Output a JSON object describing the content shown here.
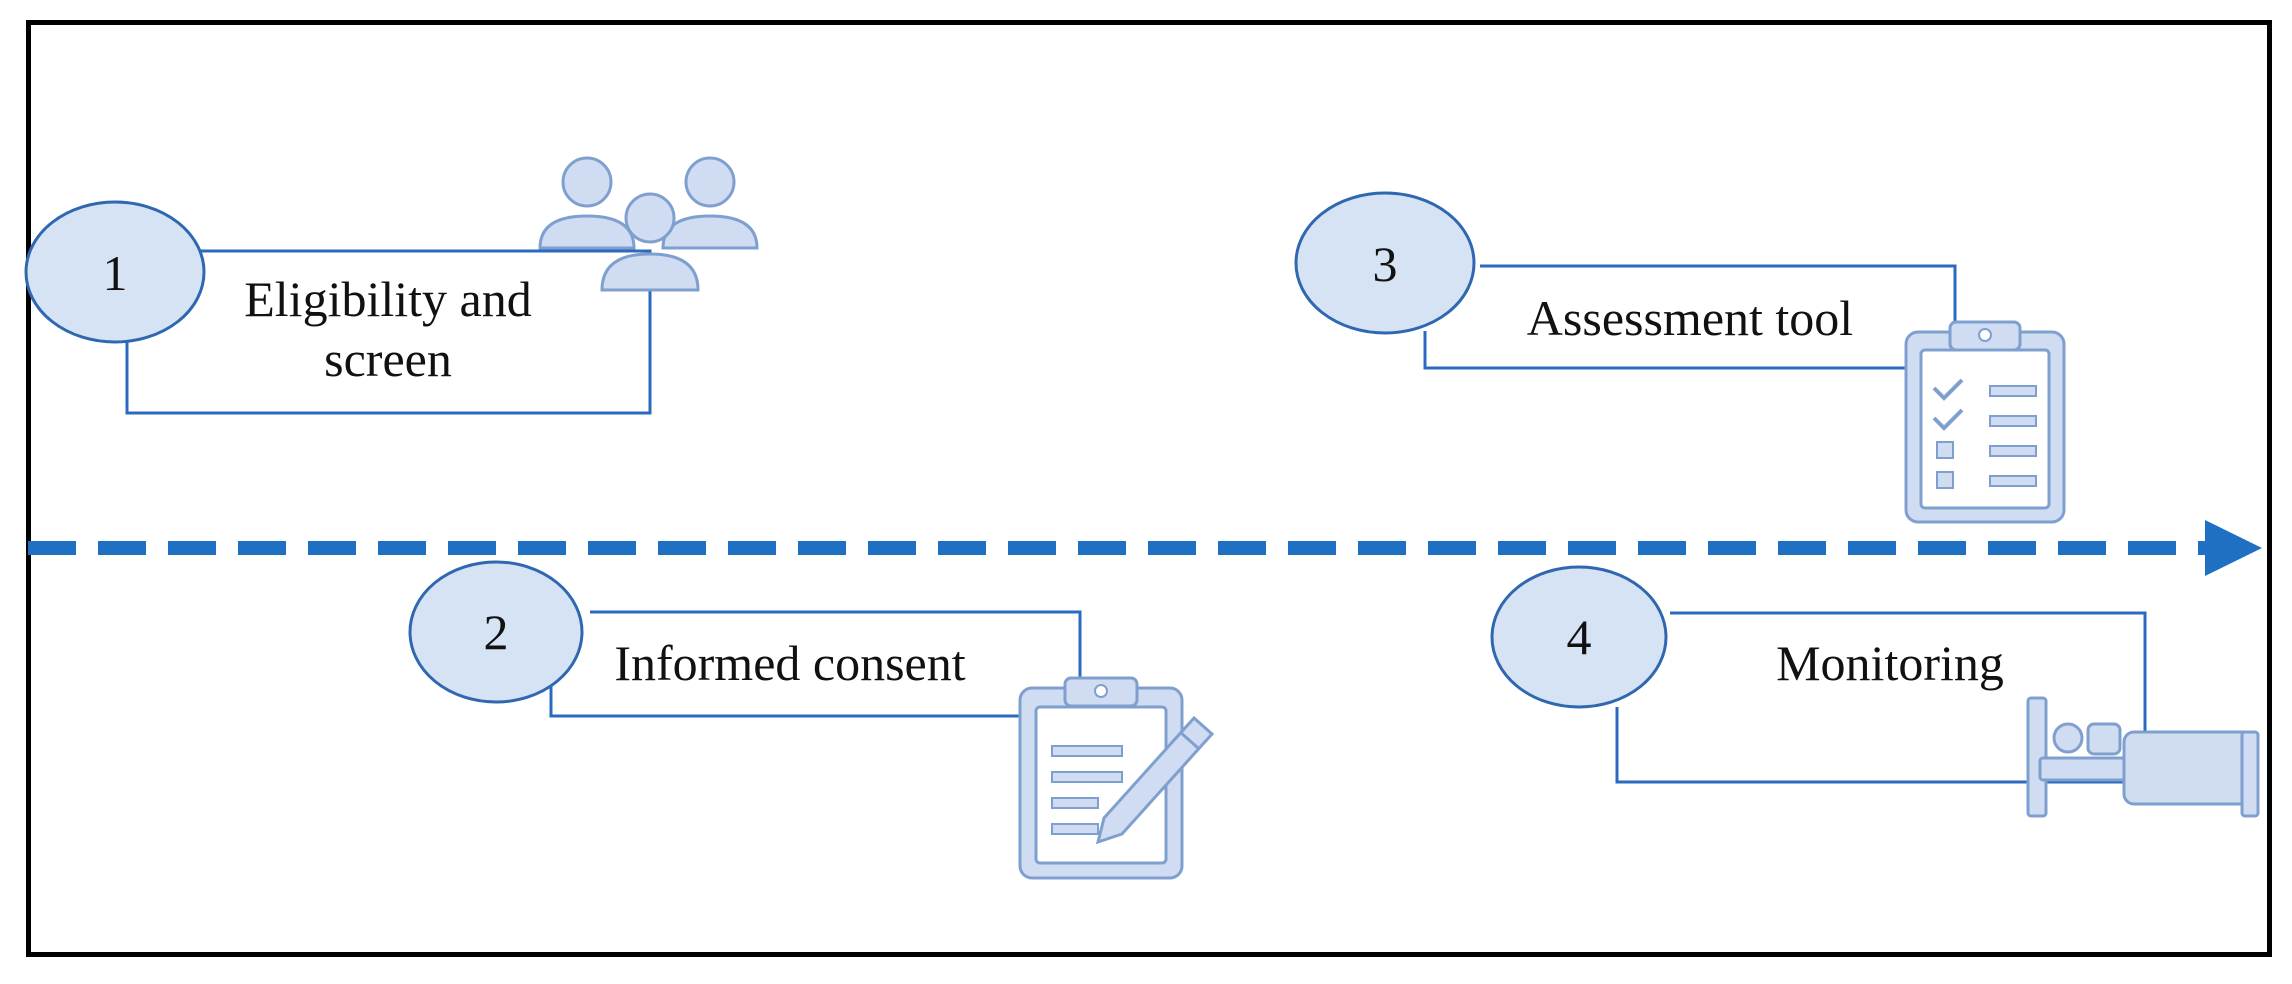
{
  "steps": [
    {
      "number": "1",
      "label_line1": "Eligibility and",
      "label_line2": "screen",
      "icon": "people-group-icon"
    },
    {
      "number": "2",
      "label": "Informed consent",
      "icon": "clipboard-pen-icon"
    },
    {
      "number": "3",
      "label": "Assessment tool",
      "icon": "clipboard-checklist-icon"
    },
    {
      "number": "4",
      "label": "Monitoring",
      "icon": "hospital-bed-icon"
    }
  ],
  "colors": {
    "line": "#1f6fc3",
    "box": "#2a6bbf",
    "circle_fill": "#d6e3f4",
    "circle_stroke": "#2f67b0",
    "icon_fill": "#cfdcf1",
    "icon_stroke": "#7fa0cf"
  }
}
